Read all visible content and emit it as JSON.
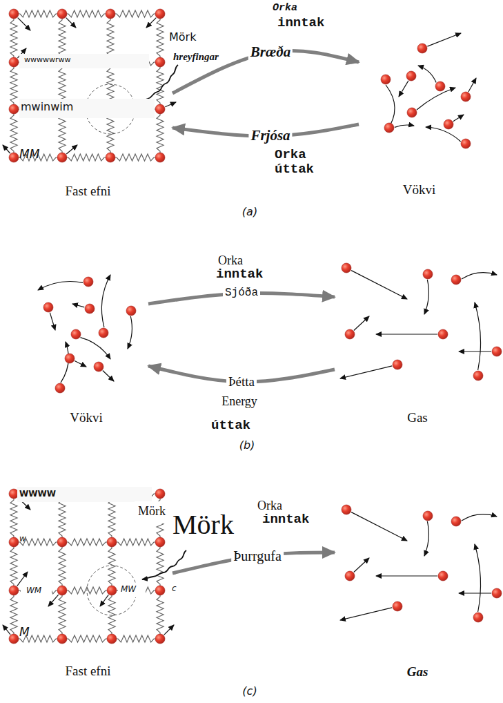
{
  "diagram": {
    "nodes": [
      {
        "text": [
          "Fast efni"
        ]
      },
      {
        "text": [
          "Vökvi"
        ]
      },
      {
        "text": [
          "Vökvi"
        ]
      },
      {
        "text": [
          "Gas"
        ]
      },
      {
        "text": [
          "Fast efni"
        ]
      },
      {
        "text": [
          "Gas"
        ]
      }
    ],
    "edges": [
      {
        "from": 0,
        "to": 1,
        "label": "Bræða",
        "arrow": "to"
      },
      {
        "from": 1,
        "to": 0,
        "label": "Frjósa",
        "arrow": "to"
      },
      {
        "from": 2,
        "to": 3,
        "label": "Sjóða",
        "arrow": "to"
      },
      {
        "from": 3,
        "to": 2,
        "label": "Þétta",
        "arrow": "to"
      },
      {
        "from": 4,
        "to": 5,
        "label": "Þurrgufa",
        "arrow": "to"
      }
    ],
    "labels": [
      "Orka",
      "inntak",
      "Mörk",
      "hreyfingar",
      "wwwwwrww",
      "mwinwim",
      "MM",
      "Orka",
      "úttak",
      "(a)",
      "Orka",
      "inntak",
      "Energy",
      "úttak",
      "(b)",
      "WWWW",
      "Mörk",
      "Mörk",
      "w",
      "WM",
      "MW",
      "c",
      "M",
      "Orka",
      "inntak",
      "(c)"
    ]
  }
}
